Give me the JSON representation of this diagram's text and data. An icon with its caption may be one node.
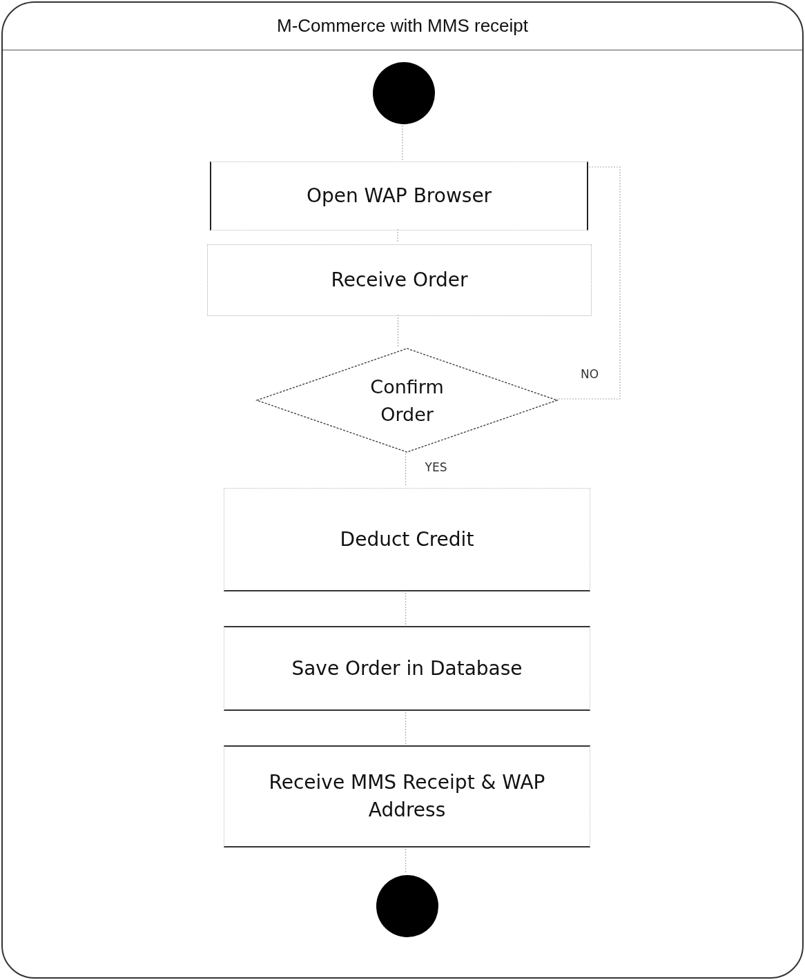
{
  "diagram": {
    "nodes": [
      {
        "text": [
          "M-Commerce with MMS receipt"
        ]
      },
      {
        "text": [],
        "shape": "circle",
        "in": 0
      },
      {
        "text": [
          "Open WAP Browser"
        ],
        "in": 0
      },
      {
        "text": [
          "Receive Order"
        ],
        "in": 0
      },
      {
        "text": [
          "Confirm Order"
        ],
        "in": 0
      },
      {
        "text": [
          "Deduct Credit"
        ],
        "in": 0
      },
      {
        "text": [
          "Save Order in Database"
        ],
        "in": 0
      },
      {
        "text": [
          "Receive MMS Receipt & WAP Address"
        ],
        "in": 0
      },
      {
        "text": [],
        "shape": "circle",
        "in": 0
      }
    ],
    "edges": [
      {
        "from": 1,
        "to": 2,
        "arrow": "none"
      },
      {
        "from": 2,
        "to": 3,
        "arrow": "none"
      },
      {
        "from": 3,
        "to": 4,
        "arrow": "none"
      },
      {
        "from": 4,
        "to": 5,
        "arrow": "none",
        "label": "YES"
      },
      {
        "from": 4,
        "to": 2,
        "arrow": "none",
        "label": "NO"
      },
      {
        "from": 5,
        "to": 6,
        "arrow": "none"
      },
      {
        "from": 6,
        "to": 7,
        "arrow": "none"
      },
      {
        "from": 7,
        "to": 8,
        "arrow": "none"
      }
    ]
  }
}
